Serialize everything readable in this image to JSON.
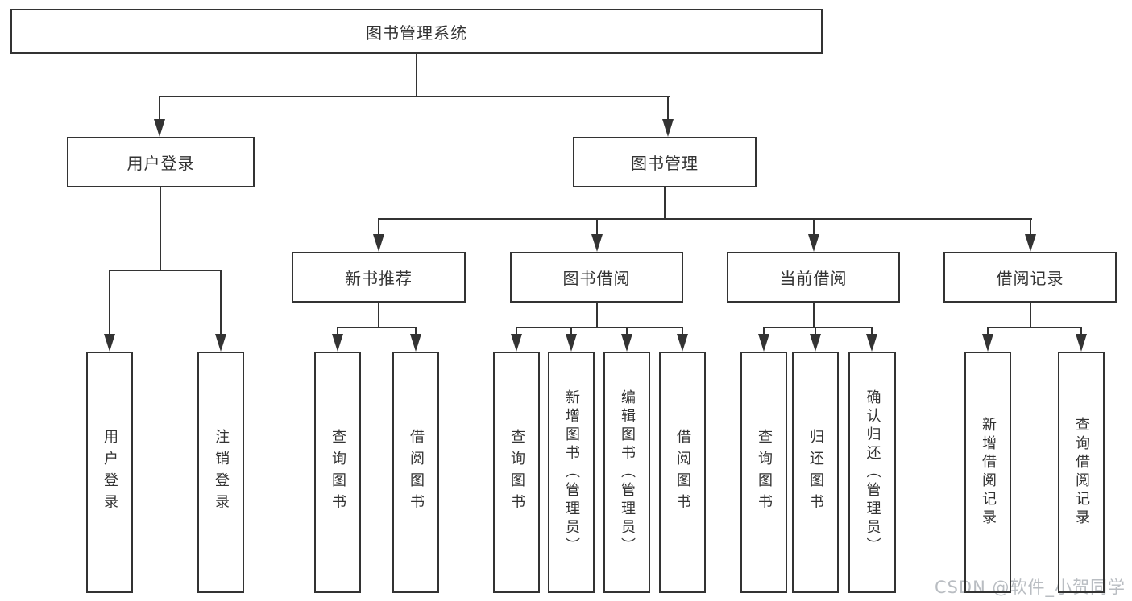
{
  "diagram": {
    "root": "图书管理系统",
    "level2": [
      {
        "label": "用户登录"
      },
      {
        "label": "图书管理"
      }
    ],
    "level3": [
      {
        "label": "新书推荐"
      },
      {
        "label": "图书借阅"
      },
      {
        "label": "当前借阅"
      },
      {
        "label": "借阅记录"
      }
    ],
    "leaves": {
      "user": [
        "用户登录",
        "注销登录"
      ],
      "recommend": [
        "查询图书",
        "借阅图书"
      ],
      "borrow": [
        "查询图书",
        "新增图书（管理员）",
        "编辑图书（管理员）",
        "借阅图书"
      ],
      "current": [
        "查询图书",
        "归还图书",
        "确认归还（管理员）"
      ],
      "records": [
        "新增借阅记录",
        "查询借阅记录"
      ]
    },
    "watermark": "CSDN @软件_小贺同学",
    "colors": {
      "line": "#333333",
      "text": "#333333",
      "background": "#ffffff",
      "watermark": "#b9bdc2"
    }
  }
}
